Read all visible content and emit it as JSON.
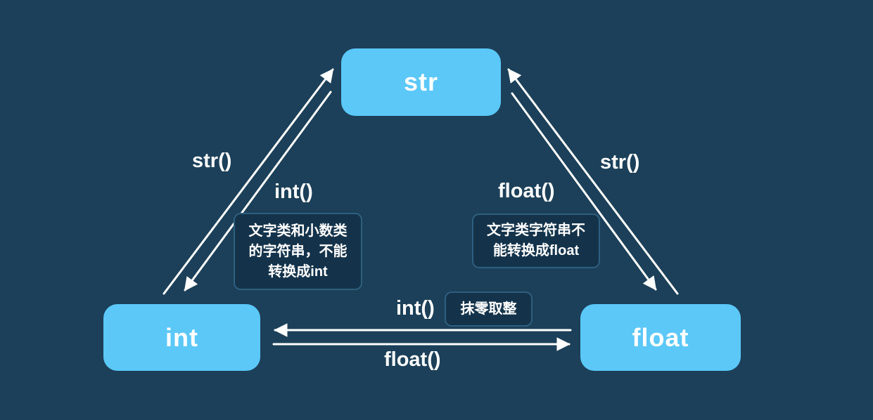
{
  "diagram": {
    "description": "Python type conversion diagram between str, int and float",
    "colors": {
      "background": "#1C4059",
      "node_fill": "#5BC8F8",
      "node_text": "#FFFFFF",
      "note_fill": "#14334B",
      "note_border": "#2E5F7E",
      "arrow": "#FFFFFF"
    },
    "nodes": {
      "str": "str",
      "int": "int",
      "float": "float"
    },
    "edge_labels": {
      "int_to_str": "str()",
      "str_to_int": "int()",
      "str_to_float": "float()",
      "float_to_str": "str()",
      "float_to_int": "int()",
      "int_to_float": "float()"
    },
    "notes": {
      "str_to_int_note": [
        "文字类和小数类",
        "的字符串，不能",
        "转换成int"
      ],
      "str_to_float_note": [
        "文字类字符串不",
        "能转换成float"
      ],
      "float_to_int_note": "抹零取整"
    }
  }
}
